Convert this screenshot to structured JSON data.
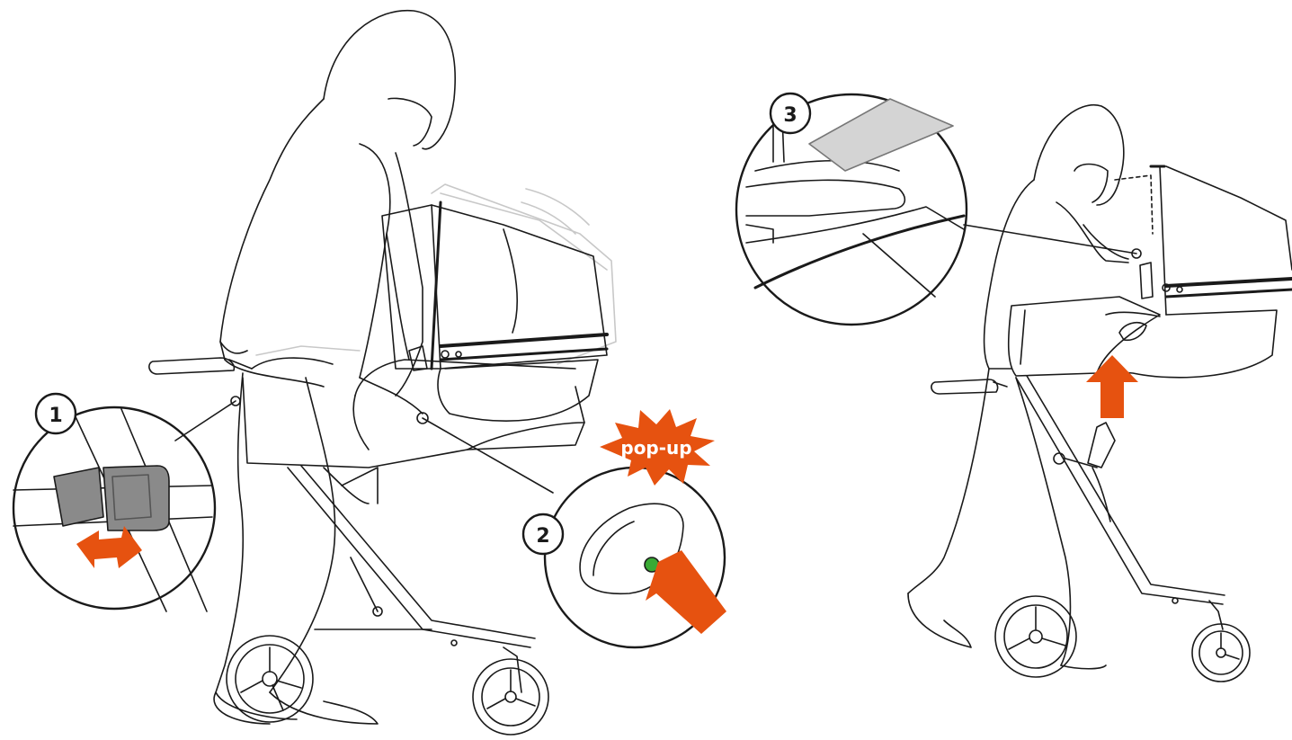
{
  "steps": [
    {
      "number": "1",
      "description": "release-latch"
    },
    {
      "number": "2",
      "description": "press-button"
    },
    {
      "number": "3",
      "description": "lift-carrycot"
    }
  ],
  "callout_label": "pop-up",
  "colors": {
    "accent": "#e65210",
    "line": "#1a1a1a",
    "ghost": "#c8c8c8",
    "indicator": "#3aaa35",
    "panel": "#8a8a8a"
  },
  "icons": [
    "double-arrow-icon",
    "push-arrow-icon",
    "up-arrow-icon",
    "starburst-icon"
  ]
}
